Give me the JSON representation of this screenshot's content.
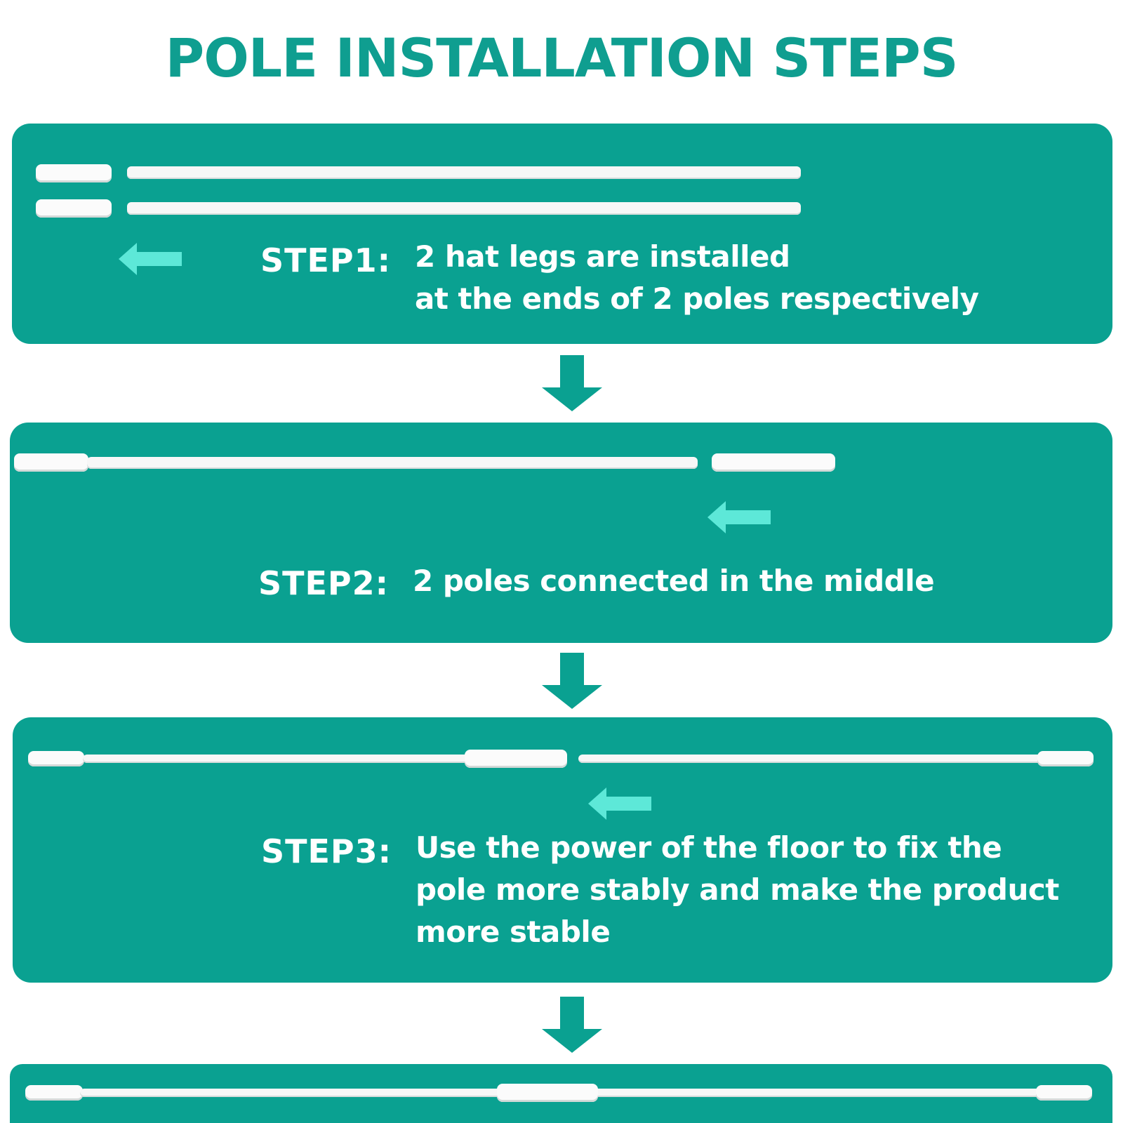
{
  "title": "POLE INSTALLATION STEPS",
  "colors": {
    "title": "#0f9e90",
    "panel": "#0aa191",
    "left_arrow": "#5de8d8",
    "down_arrow": "#0aa191",
    "pole": "#f7f7f7"
  },
  "steps": [
    {
      "label": "STEP1:",
      "lines": [
        "2 hat legs are installed",
        "at the ends of 2 poles respectively"
      ]
    },
    {
      "label": "STEP2:",
      "lines": [
        "2 poles connected in the middle"
      ]
    },
    {
      "label": "STEP3:",
      "lines": [
        "Use the power of the floor to fix the",
        "pole more stably and make the product",
        "more stable"
      ]
    }
  ],
  "icons": {
    "step_arrow": "left-arrow-icon",
    "flow_arrow": "down-arrow-icon"
  }
}
